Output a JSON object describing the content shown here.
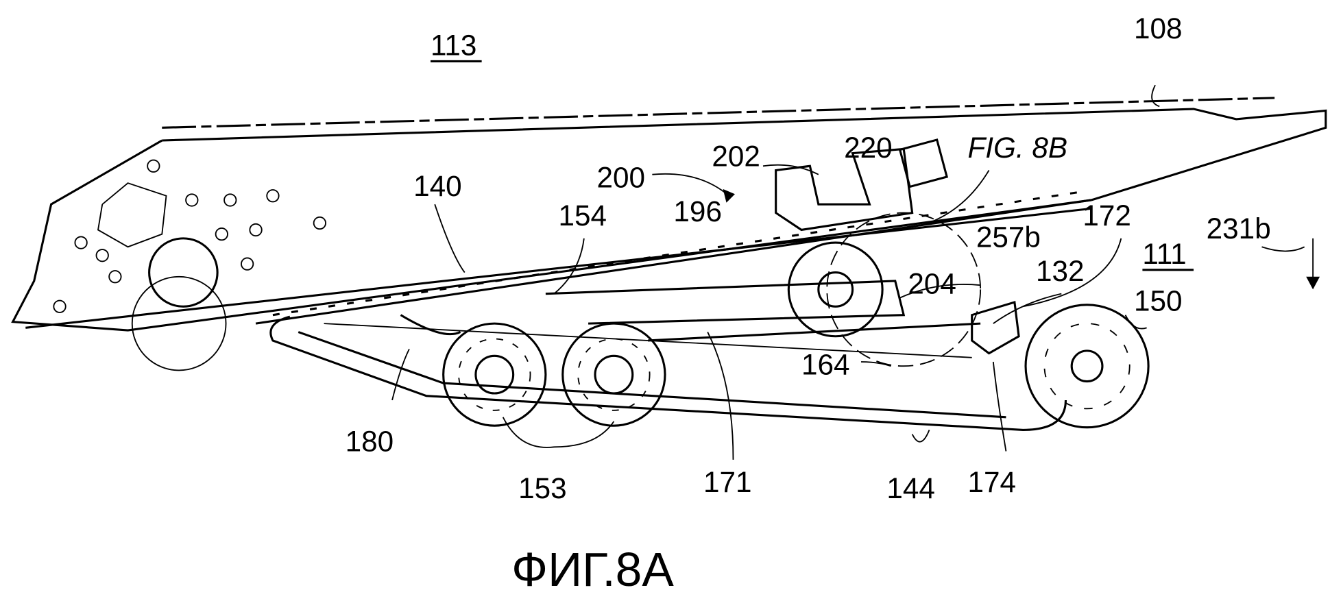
{
  "figure": {
    "caption": "ФИГ.8A",
    "detail_reference": "FIG. 8B",
    "line_color": "#000000",
    "background_color": "#ffffff",
    "reference_numerals": [
      "113",
      "108",
      "200",
      "202",
      "220",
      "140",
      "154",
      "196",
      "172",
      "257b",
      "111",
      "231b",
      "132",
      "204",
      "150",
      "164",
      "180",
      "153",
      "171",
      "144",
      "174"
    ]
  }
}
